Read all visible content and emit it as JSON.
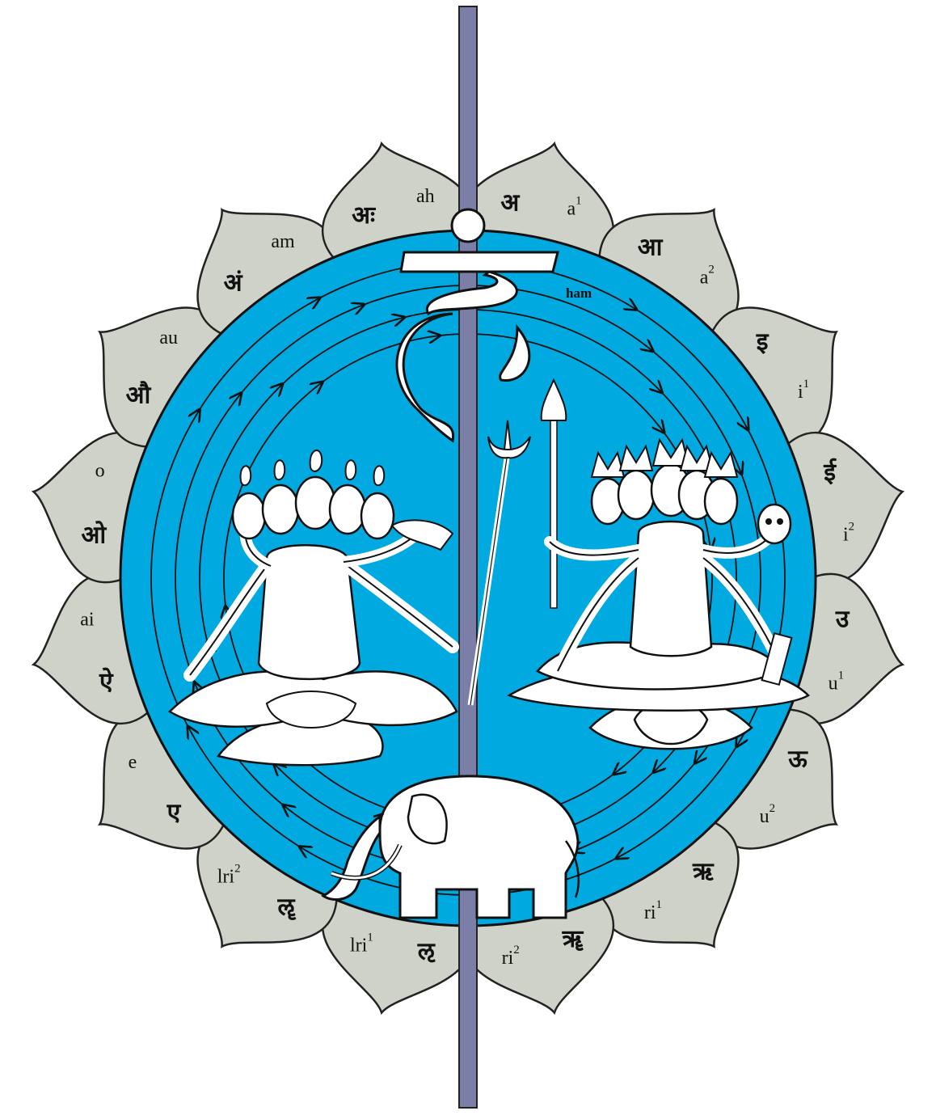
{
  "colors": {
    "petal_fill": "#cfd2c9",
    "petal_stroke": "#222222",
    "disc": "#00a9e0",
    "nadi": "#7b7ea6",
    "ink": "#111111",
    "figure": "#ffffff"
  },
  "bija": {
    "label": "ham"
  },
  "petals": [
    {
      "deva": "अ",
      "roman": "a",
      "sup": "1"
    },
    {
      "deva": "आ",
      "roman": "a",
      "sup": "2"
    },
    {
      "deva": "इ",
      "roman": "i",
      "sup": "1"
    },
    {
      "deva": "ई",
      "roman": "i",
      "sup": "2"
    },
    {
      "deva": "उ",
      "roman": "u",
      "sup": "1"
    },
    {
      "deva": "ऊ",
      "roman": "u",
      "sup": "2"
    },
    {
      "deva": "ऋ",
      "roman": "ri",
      "sup": "1"
    },
    {
      "deva": "ॠ",
      "roman": "ri",
      "sup": "2"
    },
    {
      "deva": "ऌ",
      "roman": "lri",
      "sup": "1"
    },
    {
      "deva": "ॡ",
      "roman": "lri",
      "sup": "2"
    },
    {
      "deva": "ए",
      "roman": "e",
      "sup": ""
    },
    {
      "deva": "ऐ",
      "roman": "ai",
      "sup": ""
    },
    {
      "deva": "ओ",
      "roman": "o",
      "sup": ""
    },
    {
      "deva": "औ",
      "roman": "au",
      "sup": ""
    },
    {
      "deva": "अं",
      "roman": "am",
      "sup": ""
    },
    {
      "deva": "अः",
      "roman": "ah",
      "sup": ""
    }
  ]
}
